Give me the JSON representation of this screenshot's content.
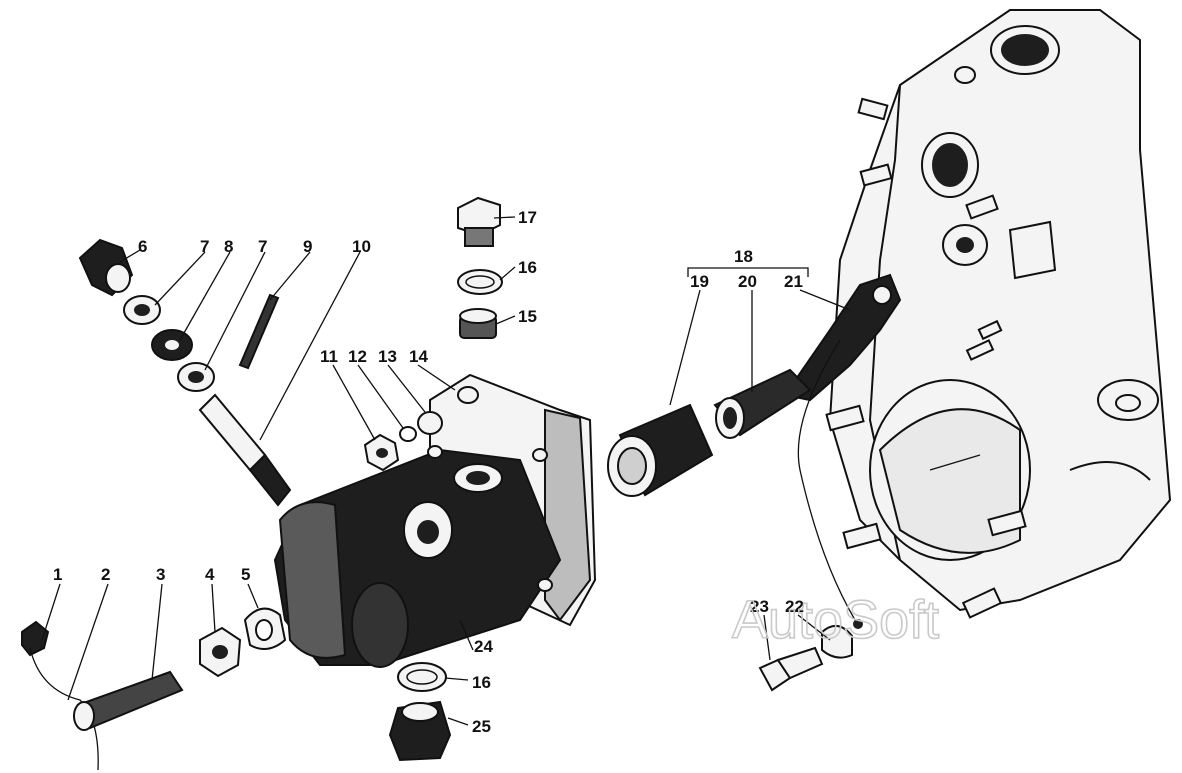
{
  "watermark": "AutoSoft",
  "callouts": {
    "c1": "1",
    "c2": "2",
    "c3": "3",
    "c4": "4",
    "c5": "5",
    "c6": "6",
    "c7a": "7",
    "c8": "8",
    "c7b": "7",
    "c9": "9",
    "c10": "10",
    "c11": "11",
    "c12": "12",
    "c13": "13",
    "c14": "14",
    "c15": "15",
    "c16a": "16",
    "c17": "17",
    "c18": "18",
    "c19": "19",
    "c20": "20",
    "c21": "21",
    "c22": "22",
    "c23": "23",
    "c24": "24",
    "c16b": "16",
    "c25": "25"
  },
  "icons": {
    "drawing": "exploded-parts-diagram"
  },
  "colors": {
    "ink": "#111111",
    "shade": "#1e1e1e",
    "paper": "#ffffff",
    "watermark": "#c9c9c9"
  }
}
